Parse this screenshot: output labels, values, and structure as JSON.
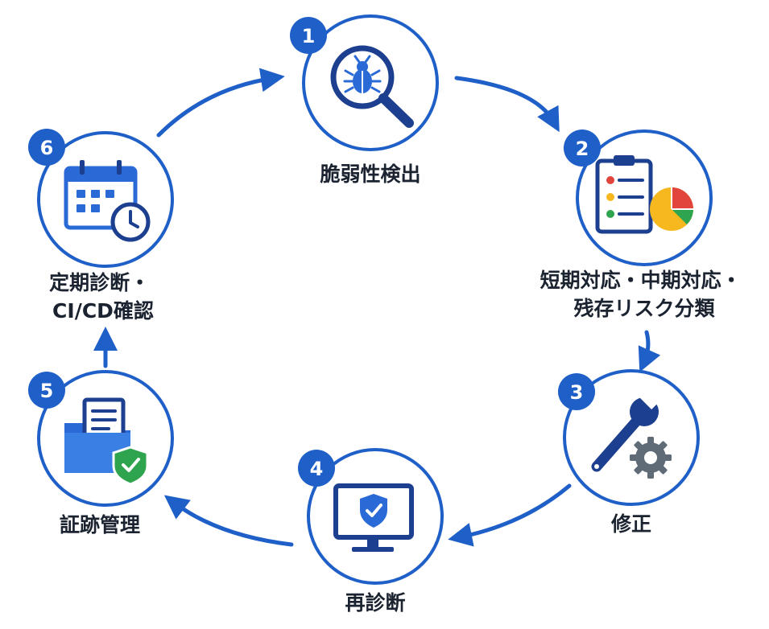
{
  "steps": [
    {
      "number": "1",
      "label_lines": [
        "脆弱性検出"
      ],
      "icon": "bug-magnifier-icon"
    },
    {
      "number": "2",
      "label_lines": [
        "短期対応・中期対応・",
        "残存リスク分類"
      ],
      "icon": "clipboard-pie-chart-icon"
    },
    {
      "number": "3",
      "label_lines": [
        "修正"
      ],
      "icon": "wrench-gear-icon"
    },
    {
      "number": "4",
      "label_lines": [
        "再診断"
      ],
      "icon": "monitor-shield-icon"
    },
    {
      "number": "5",
      "label_lines": [
        "証跡管理"
      ],
      "icon": "folder-document-shield-icon"
    },
    {
      "number": "6",
      "label_lines": [
        "定期診断・",
        "CI/CD確認"
      ],
      "icon": "calendar-clock-icon"
    }
  ],
  "colors": {
    "ring": "#1f5fc8",
    "badge": "#1f5fc8",
    "arrow": "#1f5fc8",
    "icon_dark": "#1d3f8f",
    "icon_blue": "#2a6ad6",
    "check_green": "#2fa44f",
    "pie_red": "#e2453c",
    "pie_yellow": "#f6b81e",
    "gear_gray": "#5f6b77",
    "label_text": "#1b2330"
  }
}
